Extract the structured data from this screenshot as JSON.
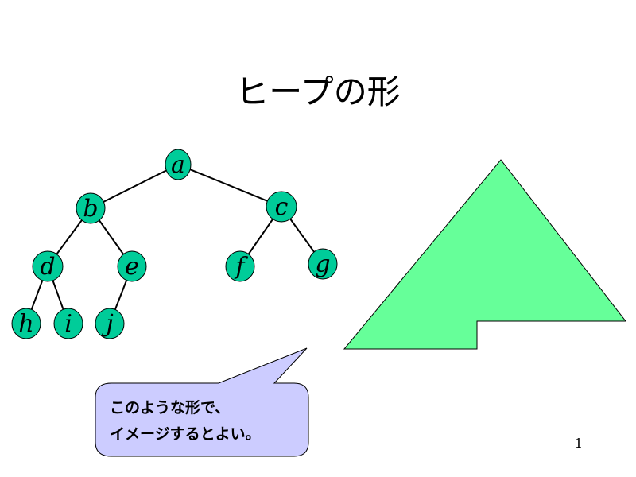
{
  "slide": {
    "title": "ヒープの形",
    "page_number": "1"
  },
  "tree": {
    "nodes": [
      {
        "id": "a",
        "label": "a"
      },
      {
        "id": "b",
        "label": "b"
      },
      {
        "id": "c",
        "label": "c"
      },
      {
        "id": "d",
        "label": "d"
      },
      {
        "id": "e",
        "label": "e"
      },
      {
        "id": "f",
        "label": "f"
      },
      {
        "id": "g",
        "label": "g"
      },
      {
        "id": "h",
        "label": "h"
      },
      {
        "id": "i",
        "label": "i"
      },
      {
        "id": "j",
        "label": "j"
      }
    ],
    "edges": [
      [
        "a",
        "b"
      ],
      [
        "a",
        "c"
      ],
      [
        "b",
        "d"
      ],
      [
        "b",
        "e"
      ],
      [
        "c",
        "f"
      ],
      [
        "c",
        "g"
      ],
      [
        "d",
        "h"
      ],
      [
        "d",
        "i"
      ],
      [
        "e",
        "j"
      ]
    ]
  },
  "callout": {
    "line1": "このような形で、",
    "line2": "イメージするとよい。"
  },
  "colors": {
    "node_fill": "#00cc99",
    "shape_fill": "#66ff99",
    "callout_fill": "#ccccff"
  }
}
